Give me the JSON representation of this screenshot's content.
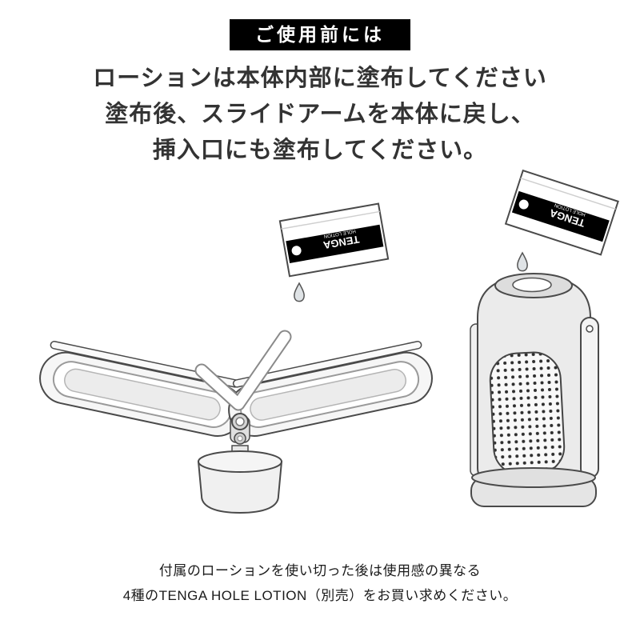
{
  "colors": {
    "header_bg": "#000000",
    "header_fg": "#ffffff",
    "body_text": "#333333",
    "line_art": "#4a4a4a"
  },
  "header": {
    "title": "ご使用前には"
  },
  "instructions": {
    "line1": "ローションは本体内部に塗布してください",
    "line2": "塗布後、スライドアームを本体に戻し、",
    "line3": "挿入口にも塗布してください。"
  },
  "packet": {
    "brand": "TENGA",
    "label": "HOLE LOTION"
  },
  "footer": {
    "line1": "付属のローションを使い切った後は使用感の異なる",
    "line2": "4種のTENGA HOLE LOTION（別売）をお買い求めください。"
  }
}
